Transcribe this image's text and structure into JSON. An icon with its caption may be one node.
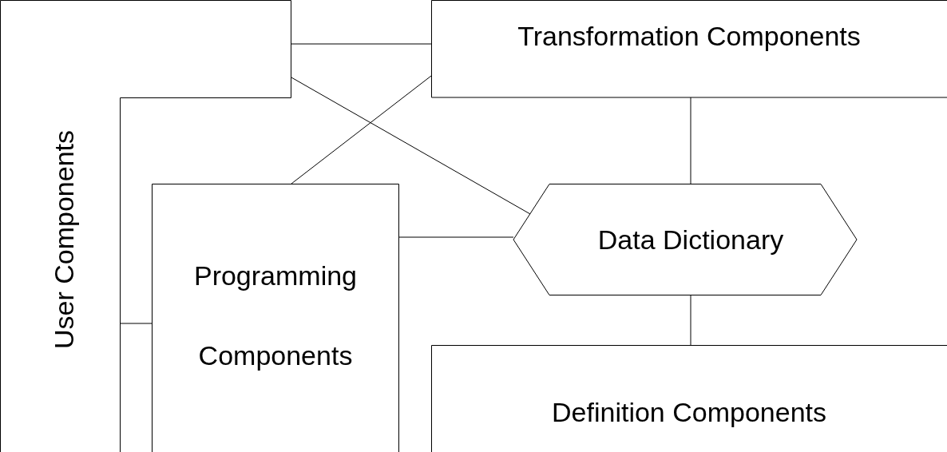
{
  "diagram": {
    "nodes": [
      {
        "text": [
          "User Components"
        ]
      },
      {
        "text": [
          "Transformation Components"
        ]
      },
      {
        "text": [
          "Programming Components"
        ]
      },
      {
        "text": [
          "Data Dictionary"
        ]
      },
      {
        "text": [
          "Definition Components"
        ]
      }
    ],
    "edges": [
      {
        "from": 0,
        "to": 1,
        "arrow": "none"
      },
      {
        "from": 0,
        "to": 3,
        "arrow": "none"
      },
      {
        "from": 1,
        "to": 2,
        "arrow": "none"
      },
      {
        "from": 1,
        "to": 3,
        "arrow": "none"
      },
      {
        "from": 2,
        "to": 3,
        "arrow": "none"
      },
      {
        "from": 3,
        "to": 4,
        "arrow": "none"
      },
      {
        "from": 0,
        "to": 2,
        "arrow": "none"
      }
    ]
  }
}
